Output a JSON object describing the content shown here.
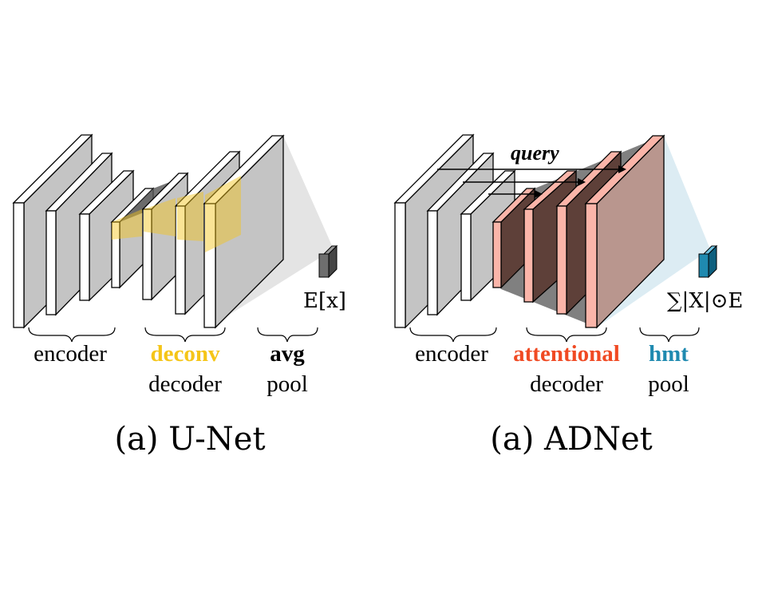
{
  "unet": {
    "caption": "(a) U-Net",
    "encoder_label": "encoder",
    "decoder_kind": "deconv",
    "decoder_label": "decoder",
    "pool_kind": "avg",
    "pool_label": "pool",
    "output_formula": "E[x]",
    "accent_color": "#F5C518"
  },
  "adnet": {
    "caption": "(a) ADNet",
    "encoder_label": "encoder",
    "decoder_kind": "attentional",
    "decoder_label": "decoder",
    "pool_kind": "hmt",
    "pool_label": "pool",
    "output_formula": "∑|X|⊙E",
    "query_label": "query",
    "decoder_color": "#F04A23",
    "pool_color": "#1F8AB0"
  }
}
